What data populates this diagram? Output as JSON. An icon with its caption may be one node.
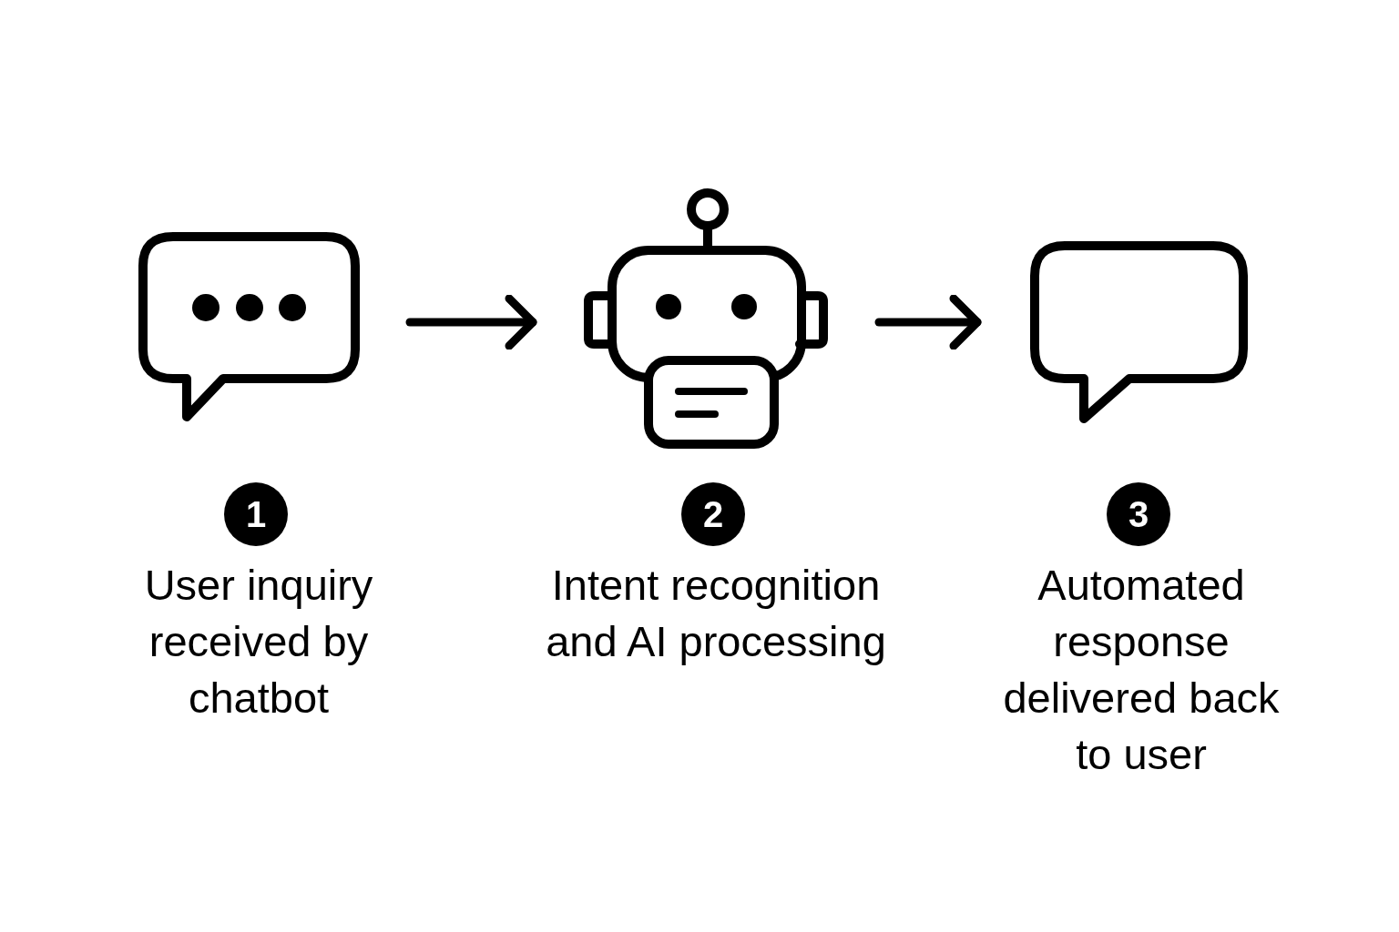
{
  "diagram": {
    "nodes": [
      {
        "text": [],
        "shape": "picture",
        "beside": [
          "1",
          "User inquiry received by chatbot"
        ]
      },
      {
        "text": [],
        "shape": "picture",
        "beside": [
          "2",
          "Intent recognition and AI processing"
        ]
      },
      {
        "text": [],
        "shape": "bubble",
        "beside": [
          "3",
          "Automated response delivered back to user"
        ]
      }
    ],
    "edges": [
      {
        "from": 0,
        "to": 1,
        "arrow": "to"
      },
      {
        "from": 1,
        "to": 2,
        "arrow": "to"
      }
    ]
  }
}
